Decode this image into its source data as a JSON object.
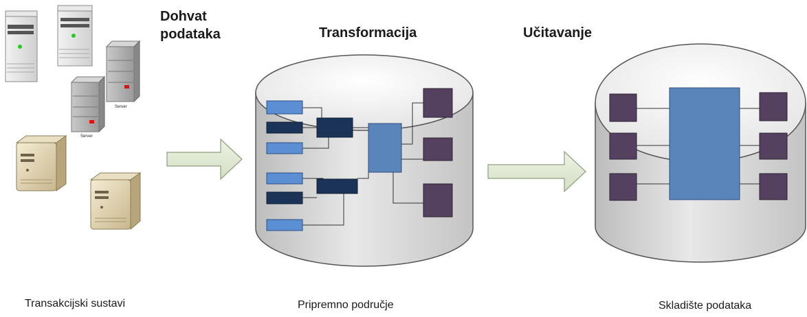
{
  "steps": {
    "extract": [
      "Dohvat",
      "podataka"
    ],
    "transform": "Transformacija",
    "load": "Učitavanje"
  },
  "captions": {
    "sources": "Transakcijski sustavi",
    "staging": "Pripremno područje",
    "warehouse": "Skladište podataka"
  },
  "server_label": "Server",
  "icons": [
    "server-tower-icon",
    "desktop-server-icon",
    "database-cylinder-icon",
    "right-arrow-icon"
  ],
  "colors": {
    "light_blue": "#5b8fd4",
    "dark_navy": "#1c3358",
    "mid_blue": "#5a85ba",
    "purple": "#54405f",
    "cylinder_body": "#d9d9d9",
    "arrow_fill": "#dfe8d3"
  }
}
